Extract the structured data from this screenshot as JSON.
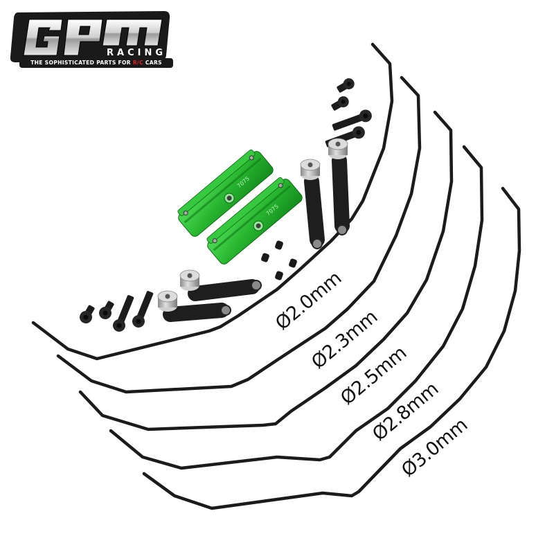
{
  "logo": {
    "brand": "GPM",
    "subbrand": "RACING",
    "tagline_prefix": "THE SOPHISTICATED PARTS FOR ",
    "tagline_highlight": "R/C",
    "tagline_suffix": " CARS",
    "colors": {
      "dark": "#1a1a1a",
      "silver": "#d8d8d8",
      "accent": "#e02020"
    }
  },
  "product": {
    "mount_marking": "7075",
    "mount_color": "#2fbf3a",
    "wire_color": "#1b1b1b",
    "sway_bars": [
      {
        "label": "Ø2.0mm"
      },
      {
        "label": "Ø2.3mm"
      },
      {
        "label": "Ø2.5mm"
      },
      {
        "label": "Ø2.8mm"
      },
      {
        "label": "Ø3.0mm"
      }
    ]
  }
}
